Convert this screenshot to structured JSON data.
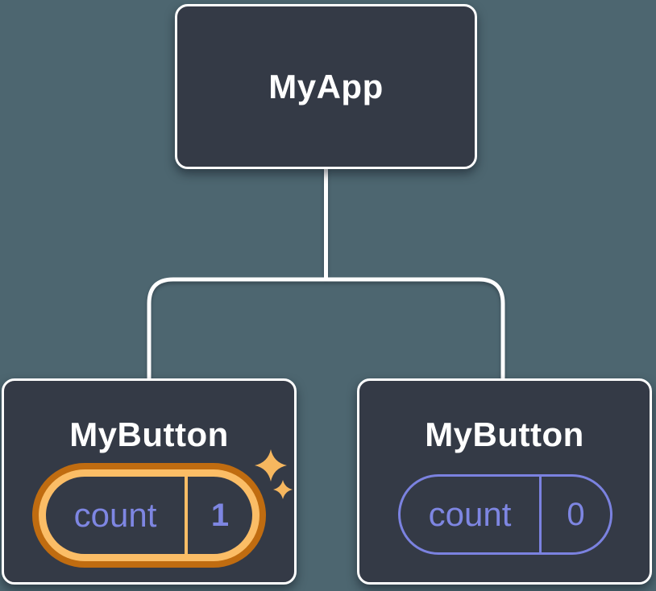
{
  "colors": {
    "background": "#4D6670",
    "card_background": "#343A46",
    "card_border": "#FFFFFF",
    "connector": "#FFFFFF",
    "label_text": "#FFFFFF",
    "state_purple": "#7E86E2",
    "pill_border_purple": "#7B82E0",
    "highlight_ring_outer": "#C06C10",
    "highlight_ring_inner": "#FBBD66",
    "sparkle_gold": "#F6B75F"
  },
  "diagram": {
    "root": {
      "label": "MyApp"
    },
    "children": [
      {
        "label": "MyButton",
        "state": {
          "name": "count",
          "value": "1",
          "highlighted": true
        }
      },
      {
        "label": "MyButton",
        "state": {
          "name": "count",
          "value": "0",
          "highlighted": false
        }
      }
    ]
  }
}
